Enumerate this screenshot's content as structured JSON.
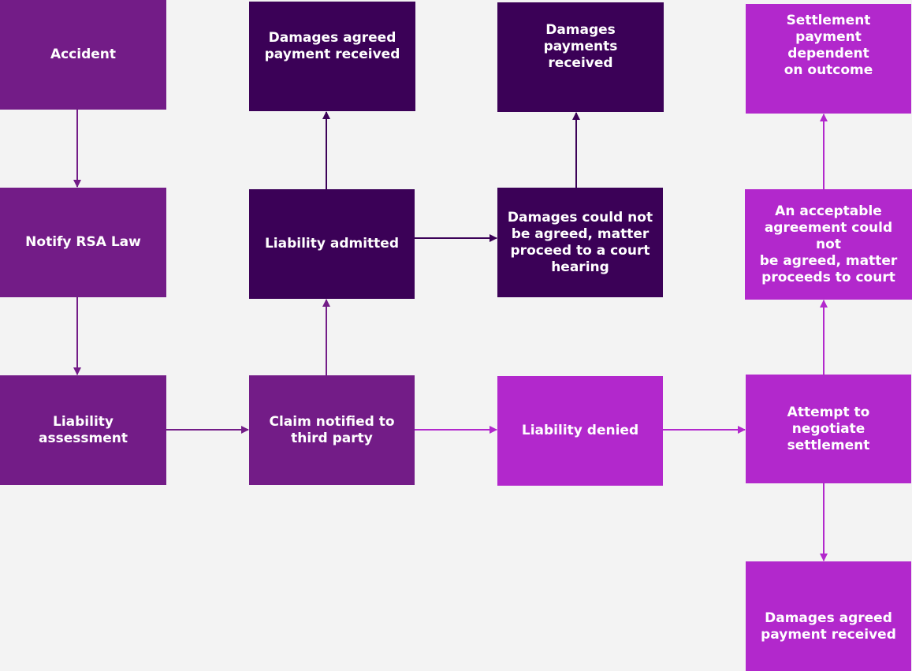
{
  "colors": {
    "background": "#f3f3f3",
    "mid_purple": "#731c87",
    "dark_purple": "#3b0157",
    "light_purple": "#b228cc",
    "text": "#ffffff"
  },
  "nodes": {
    "accident": "Accident",
    "notify": "Notify RSA Law",
    "assessment": "Liability\nassessment",
    "claim": "Claim notified to\nthird party",
    "admitted": "Liability admitted",
    "agreed_payment_top": "Damages agreed\npayment received",
    "not_agreed": "Damages could not\nbe agreed, matter\nproceed to a court\nhearing",
    "payments_received": "Damages payments\nreceived",
    "denied": "Liability denied",
    "negotiate": "Attempt to negotiate\nsettlement",
    "acceptable": "An acceptable\nagreement could not\nbe agreed, matter\nproceeds to court",
    "settlement": "Settlement payment\ndependent\non outcome",
    "agreed_payment_bottom": "Damages agreed\npayment received"
  },
  "edges": [
    {
      "from": "accident",
      "to": "notify",
      "color": "mid_purple"
    },
    {
      "from": "notify",
      "to": "assessment",
      "color": "mid_purple"
    },
    {
      "from": "assessment",
      "to": "claim",
      "color": "mid_purple"
    },
    {
      "from": "claim",
      "to": "admitted",
      "color": "mid_purple"
    },
    {
      "from": "admitted",
      "to": "agreed_payment_top",
      "color": "dark_purple"
    },
    {
      "from": "admitted",
      "to": "not_agreed",
      "color": "dark_purple"
    },
    {
      "from": "not_agreed",
      "to": "payments_received",
      "color": "dark_purple"
    },
    {
      "from": "claim",
      "to": "denied",
      "color": "light_purple"
    },
    {
      "from": "denied",
      "to": "negotiate",
      "color": "light_purple"
    },
    {
      "from": "negotiate",
      "to": "acceptable",
      "color": "light_purple"
    },
    {
      "from": "acceptable",
      "to": "settlement",
      "color": "light_purple"
    },
    {
      "from": "negotiate",
      "to": "agreed_payment_bottom",
      "color": "light_purple"
    }
  ]
}
